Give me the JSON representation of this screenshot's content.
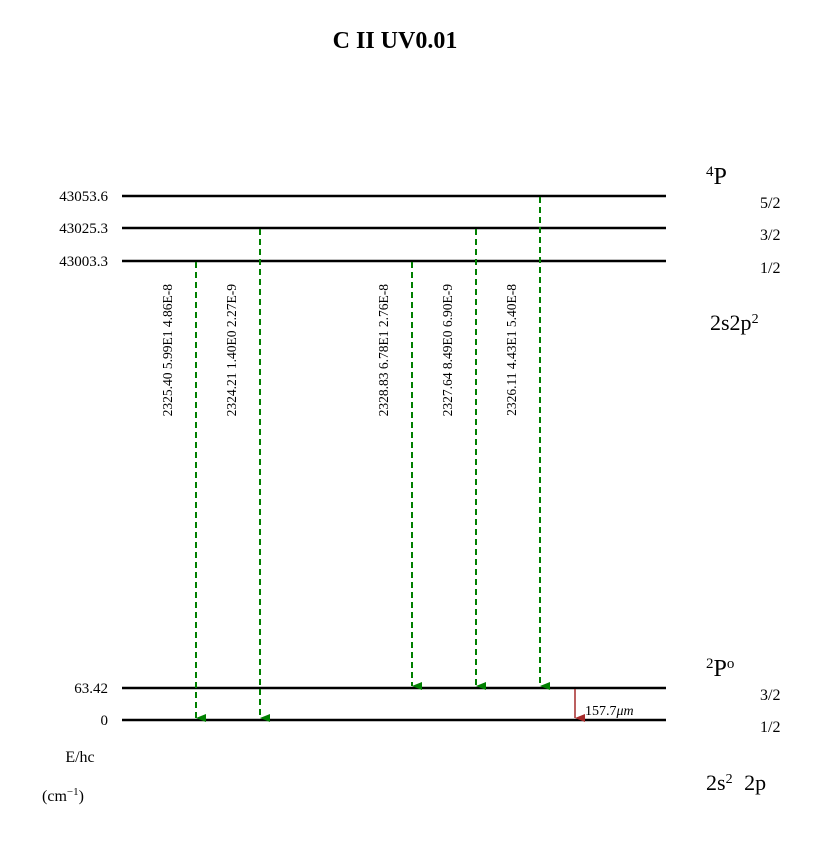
{
  "title": "C II UV0.01",
  "axis": {
    "label_line1": "E/hc",
    "label_line2_base": "(cm",
    "label_line2_sup": "−1",
    "label_line2_end": ")"
  },
  "terms": [
    {
      "sup": "4",
      "base": "P",
      "extra": "",
      "config_parts": [
        {
          "t": "2s2p",
          "s": ""
        },
        {
          "t": "2",
          "s": "sup"
        }
      ]
    },
    {
      "sup": "2",
      "base": "P",
      "extra": "o",
      "config_parts": [
        {
          "t": "2s",
          "s": ""
        },
        {
          "t": "2",
          "s": "sup"
        },
        {
          "t": " 2p",
          "s": ""
        }
      ]
    }
  ],
  "levels": [
    {
      "energy": 43053.6,
      "label": "43053.6",
      "J": "5/2"
    },
    {
      "energy": 43025.3,
      "label": "43025.3",
      "J": "3/2"
    },
    {
      "energy": 43003.3,
      "label": "43003.3",
      "J": "1/2"
    },
    {
      "energy": 63.42,
      "label": "63.42",
      "J": "3/2"
    },
    {
      "energy": 0,
      "label": "0",
      "J": "1/2"
    }
  ],
  "transitions": [
    {
      "upper": 2,
      "lower": 4,
      "label": "2325.40   5.99E1   4.86E-8",
      "color": "#008000"
    },
    {
      "upper": 1,
      "lower": 4,
      "label": "2324.21   1.40E0   2.27E-9",
      "color": "#008000"
    },
    {
      "upper": 2,
      "lower": 3,
      "label": "2328.83   6.78E1   2.76E-8",
      "color": "#008000"
    },
    {
      "upper": 1,
      "lower": 3,
      "label": "2327.64   8.49E0   6.90E-9",
      "color": "#008000"
    },
    {
      "upper": 0,
      "lower": 3,
      "label": "2326.11   4.43E1   5.40E-8",
      "color": "#008000"
    }
  ],
  "fine_transition": {
    "upper": 3,
    "lower": 4,
    "value": "157.7",
    "unit": "μm",
    "color": "#a52a2a"
  }
}
